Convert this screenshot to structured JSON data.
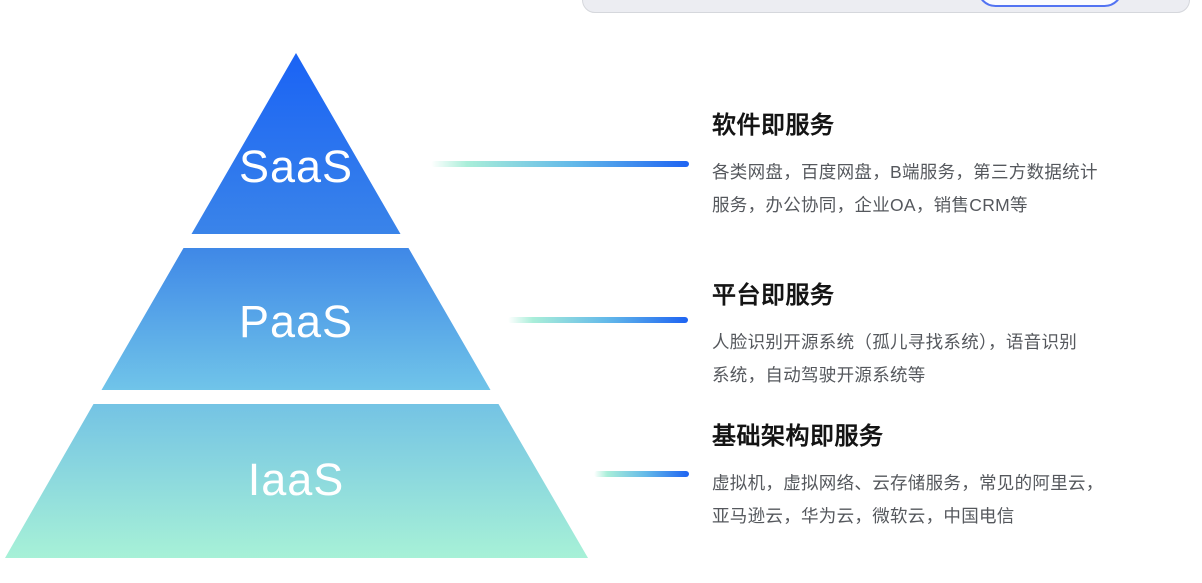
{
  "topbar": {
    "bar_color": "#ecedf2",
    "bar_border_color": "#d5d7dc",
    "button_border_color": "#5273f2"
  },
  "pyramid": {
    "layers": [
      {
        "id": "saas",
        "label": "SaaS",
        "color_top": "#1a63f5",
        "color_bottom": "#3a84e9"
      },
      {
        "id": "paas",
        "label": "PaaS",
        "color_top": "#3f88e7",
        "color_bottom": "#70c4e9"
      },
      {
        "id": "iaas",
        "label": "IaaS",
        "color_top": "#74c3e4",
        "color_bottom": "#a7f1d7"
      }
    ]
  },
  "connector": {
    "fade_color": "#bdf3e2",
    "start_color": "#a9eed9",
    "mid_color": "#63b9e9",
    "end_color": "#1e63f2"
  },
  "sections": [
    {
      "heading": "软件即服务",
      "body": "各类网盘，百度网盘，B端服务，第三方数据统计\n服务，办公协同，企业OA，销售CRM等"
    },
    {
      "heading": "平台即服务",
      "body": "人脸识别开源系统（孤儿寻找系统），语音识别\n系统，自动驾驶开源系统等"
    },
    {
      "heading": "基础架构即服务",
      "body": "虚拟机，虚拟网络、云存储服务，常见的阿里云，\n亚马逊云，华为云，微软云，中国电信"
    }
  ]
}
